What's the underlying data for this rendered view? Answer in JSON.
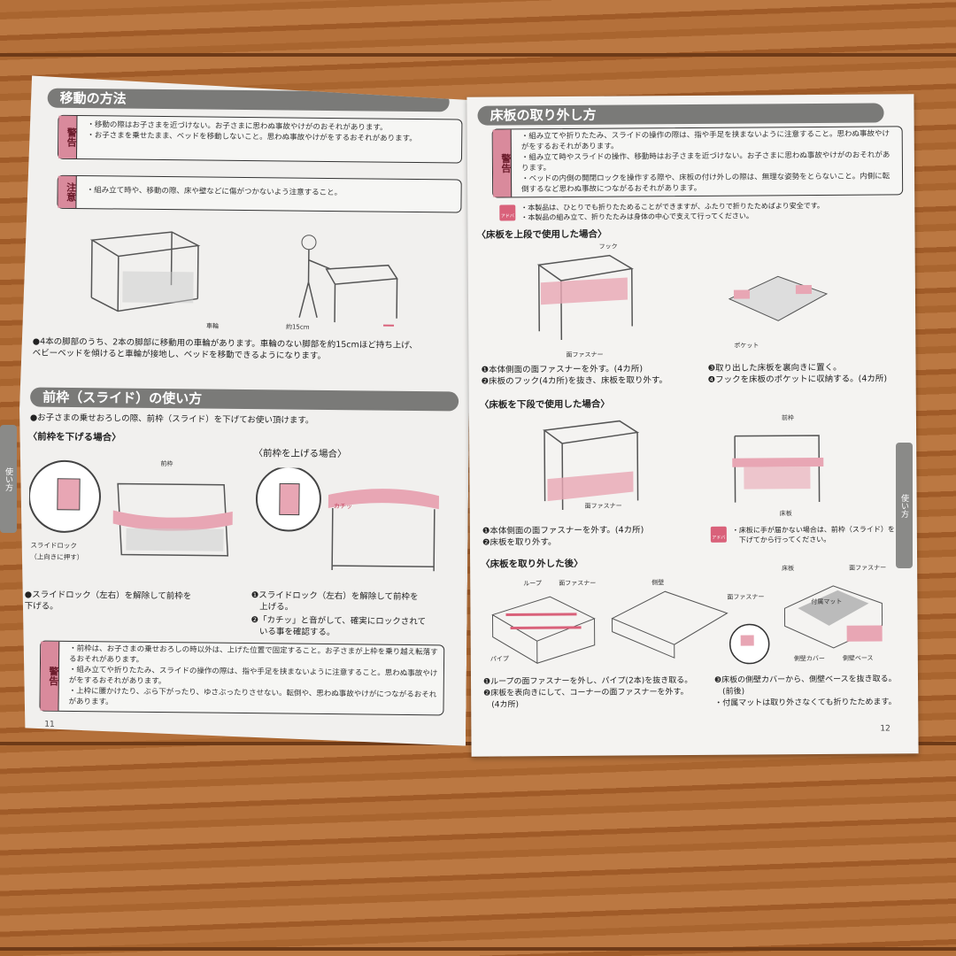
{
  "left_page": {
    "section1": {
      "title": "移動の方法",
      "warning": {
        "badge": "警告",
        "lines": [
          "・移動の際はお子さまを近づけない。お子さまに思わぬ事故やけがのおそれがあります。",
          "・お子さまを乗せたまま、ベッドを移動しないこと。思わぬ事故やけがをするおそれがあります。"
        ]
      },
      "caution": {
        "badge": "注意",
        "lines": [
          "・組み立て時や、移動の際、床や壁などに傷がつかないよう注意すること。"
        ]
      },
      "labels": {
        "wheel": "車輪",
        "height": "約15cm"
      },
      "body": "●4本の脚部のうち、2本の脚部に移動用の車輪があります。車輪のない脚部を約15cmほど持ち上げ、\nベビーベッドを傾けると車輪が接地し、ベッドを移動できるようになります。"
    },
    "section2": {
      "title": "前枠（スライド）の使い方",
      "intro": "●お子さまの乗せおろしの際、前枠（スライド）を下げてお使い頂けます。",
      "lower": {
        "heading": "〈前枠を下げる場合〉",
        "label_frame": "前枠",
        "label_lock": "スライドロック\n（上向きに押す）",
        "step": "●スライドロック（左右）を解除して前枠を\n下げる。"
      },
      "raise": {
        "heading": "〈前枠を上げる場合〉",
        "click_label": "カチッ",
        "steps": [
          "❶スライドロック（左右）を解除して前枠を\n　上げる。",
          "❷「カチッ」と音がして、確実にロックされて\n　いる事を確認する。"
        ]
      },
      "warning": {
        "badge": "警告",
        "lines": [
          "・前枠は、お子さまの乗せおろしの時以外は、上げた位置で固定すること。お子さまが上枠を乗り越え転落するおそれがあります。",
          "・組み立てや折りたたみ、スライドの操作の際は、指や手足を挟まないように注意すること。思わぬ事故やけがをするおそれがあります。",
          "・上枠に腰かけたり、ぶら下がったり、ゆさぶったりさせない。転倒や、思わぬ事故やけがにつながるおそれがあります。"
        ]
      }
    },
    "page_number": "11",
    "side_tab": "使い方"
  },
  "right_page": {
    "title": "床板の取り外し方",
    "warning": {
      "badge": "警告",
      "lines": [
        "・組み立てや折りたたみ、スライドの操作の際は、指や手足を挟まないように注意すること。思わぬ事故やけがをするおそれがあります。",
        "・組み立て時やスライドの操作、移動時はお子さまを近づけない。お子さまに思わぬ事故やけがのおそれがあります。",
        "・ベッドの内側の開閉ロックを操作する際や、床板の付け外しの際は、無理な姿勢をとらないこと。内側に転倒するなど思わぬ事故につながるおそれがあります。"
      ]
    },
    "advice": {
      "icon_label": "アドバイス",
      "lines": [
        "・本製品は、ひとりでも折りたためることができますが、ふたりで折りたためばより安全です。",
        "・本製品の組み立て、折りたたみは身体の中心で支えて行ってください。"
      ]
    },
    "upper": {
      "heading": "〈床板を上段で使用した場合〉",
      "labels": {
        "hook": "フック",
        "fastener": "面ファスナー",
        "pocket": "ポケット"
      },
      "steps_left": [
        "❶本体側面の面ファスナーを外す。(4カ所)",
        "❷床板のフック(4カ所)を抜き、床板を取り外す。"
      ],
      "steps_right": [
        "❸取り出した床板を裏向きに置く。",
        "❹フックを床板のポケットに収納する。(4カ所)"
      ]
    },
    "lower": {
      "heading": "〈床板を下段で使用した場合〉",
      "labels": {
        "fastener": "面ファスナー",
        "frame": "前枠",
        "board": "床板"
      },
      "steps": [
        "❶本体側面の面ファスナーを外す。(4カ所)",
        "❷床板を取り外す。"
      ],
      "advice": "・床板に手が届かない場合は、前枠（スライド）を\n　下げてから行ってください。"
    },
    "after": {
      "heading": "〈床板を取り外した後〉",
      "labels": {
        "loop": "ループ",
        "fastener": "面ファスナー",
        "pipe": "パイプ",
        "side_wall": "側壁",
        "board": "床板",
        "mat": "付属マット",
        "side_cover": "側壁カバー",
        "side_base": "側壁ベース"
      },
      "steps_left": [
        "❶ループの面ファスナーを外し、パイプ(2本)を抜き取る。",
        "❷床板を表向きにして、コーナーの面ファスナーを外す。",
        "　(4カ所)"
      ],
      "steps_right": [
        "❸床板の側壁カバーから、側壁ベースを抜き取る。",
        "　(前後)",
        "・付属マットは取り外さなくても折りたためます。"
      ]
    },
    "side_tab": "使い方",
    "page_number": "12"
  },
  "colors": {
    "accent_pink": "#d98a9c",
    "header_gray": "#7a7a78",
    "paper": "#f1f0ee",
    "wood": "#b4703a"
  }
}
